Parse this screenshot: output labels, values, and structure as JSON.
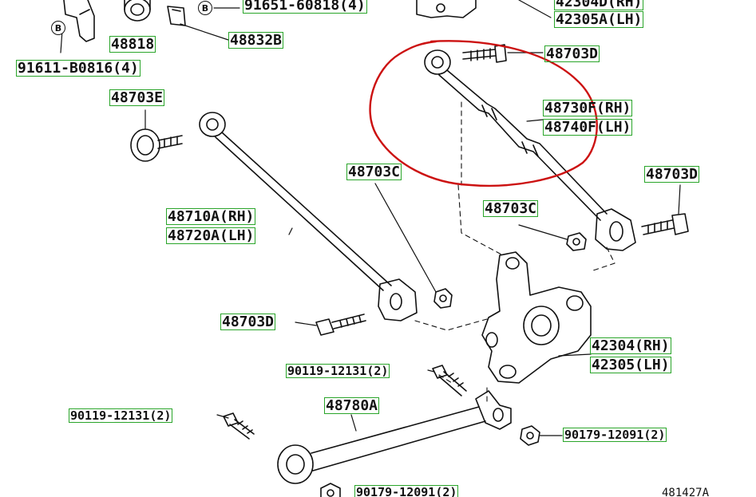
{
  "diagram": {
    "callout_marker": "B",
    "part_numbers": {
      "top_91651": "91651-60818(4)",
      "top_42304d": "42304D(RH)",
      "top_42305a": "42305A(LH)",
      "p48818": "48818",
      "p48832b": "48832B",
      "p91611": "91611-B0816(4)",
      "p48703d_top": "48703D",
      "p48703e": "48703E",
      "p48730f": "48730F(RH)",
      "p48740f": "48740F(LH)",
      "p48703c_mid": "48703C",
      "p48703d_right": "48703D",
      "p48703c_right": "48703C",
      "p48710a": "48710A(RH)",
      "p48720a": "48720A(LH)",
      "p48703d_left": "48703D",
      "p42304": "42304(RH)",
      "p42305": "42305(LH)",
      "p90119_mid": "90119-12131(2)",
      "p48780a": "48780A",
      "p90119_left": "90119-12131(2)",
      "p90179_right": "90179-12091(2)",
      "p90179_bottom": "90179-12091(2)",
      "figure_id": "481427A"
    },
    "highlight_color": "#cc1111",
    "label_box_color": "#2aa52a"
  }
}
